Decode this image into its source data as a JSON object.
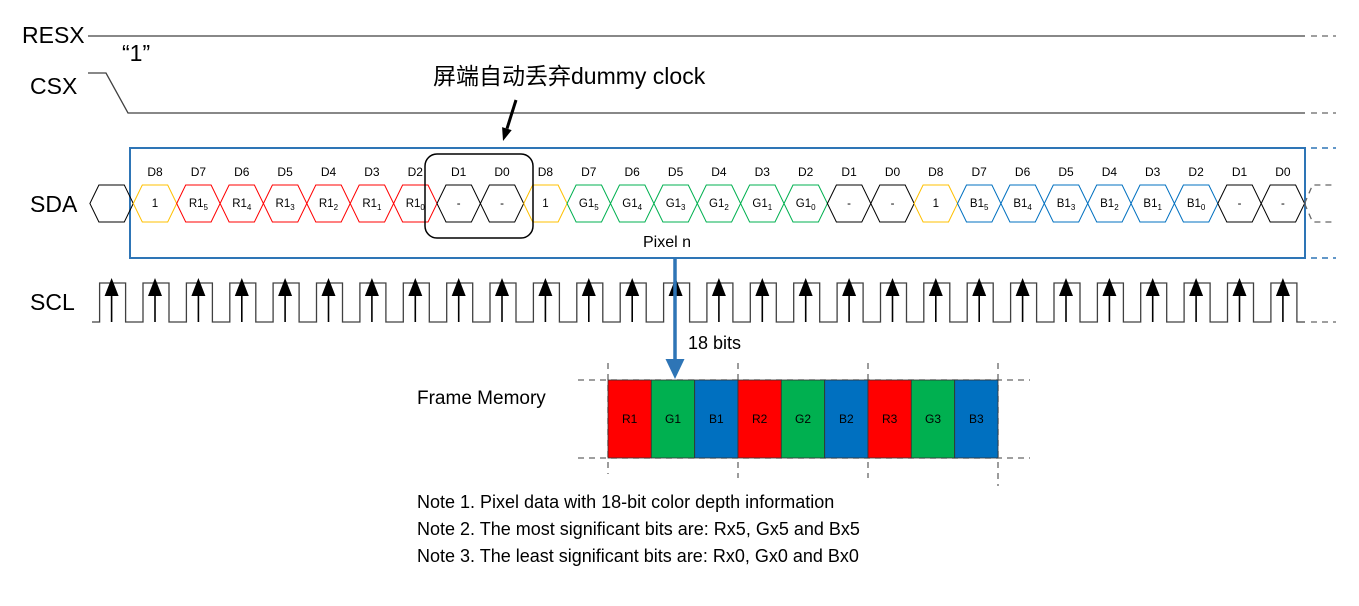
{
  "signals": {
    "resx": "RESX",
    "csx": "CSX",
    "csx_level": "“1”",
    "sda": "SDA",
    "scl": "SCL"
  },
  "annotation": {
    "text": "屏端自动丢弃dummy clock"
  },
  "sda": {
    "pixel_label": "Pixel n",
    "cells": [
      {
        "bit": "D8",
        "value": "1",
        "color": "#FFC000"
      },
      {
        "bit": "D7",
        "value": "R1",
        "sub": "5",
        "color": "#FF0000"
      },
      {
        "bit": "D6",
        "value": "R1",
        "sub": "4",
        "color": "#FF0000"
      },
      {
        "bit": "D5",
        "value": "R1",
        "sub": "3",
        "color": "#FF0000"
      },
      {
        "bit": "D4",
        "value": "R1",
        "sub": "2",
        "color": "#FF0000"
      },
      {
        "bit": "D3",
        "value": "R1",
        "sub": "1",
        "color": "#FF0000"
      },
      {
        "bit": "D2",
        "value": "R1",
        "sub": "0",
        "color": "#FF0000"
      },
      {
        "bit": "D1",
        "value": "-",
        "color": "#000000"
      },
      {
        "bit": "D0",
        "value": "-",
        "color": "#000000"
      },
      {
        "bit": "D8",
        "value": "1",
        "color": "#FFC000"
      },
      {
        "bit": "D7",
        "value": "G1",
        "sub": "5",
        "color": "#00B050"
      },
      {
        "bit": "D6",
        "value": "G1",
        "sub": "4",
        "color": "#00B050"
      },
      {
        "bit": "D5",
        "value": "G1",
        "sub": "3",
        "color": "#00B050"
      },
      {
        "bit": "D4",
        "value": "G1",
        "sub": "2",
        "color": "#00B050"
      },
      {
        "bit": "D3",
        "value": "G1",
        "sub": "1",
        "color": "#00B050"
      },
      {
        "bit": "D2",
        "value": "G1",
        "sub": "0",
        "color": "#00B050"
      },
      {
        "bit": "D1",
        "value": "-",
        "color": "#000000"
      },
      {
        "bit": "D0",
        "value": "-",
        "color": "#000000"
      },
      {
        "bit": "D8",
        "value": "1",
        "color": "#FFC000"
      },
      {
        "bit": "D7",
        "value": "B1",
        "sub": "5",
        "color": "#0070C0"
      },
      {
        "bit": "D6",
        "value": "B1",
        "sub": "4",
        "color": "#0070C0"
      },
      {
        "bit": "D5",
        "value": "B1",
        "sub": "3",
        "color": "#0070C0"
      },
      {
        "bit": "D4",
        "value": "B1",
        "sub": "2",
        "color": "#0070C0"
      },
      {
        "bit": "D3",
        "value": "B1",
        "sub": "1",
        "color": "#0070C0"
      },
      {
        "bit": "D2",
        "value": "B1",
        "sub": "0",
        "color": "#0070C0"
      },
      {
        "bit": "D1",
        "value": "-",
        "color": "#000000"
      },
      {
        "bit": "D0",
        "value": "-",
        "color": "#000000"
      }
    ]
  },
  "transfer": {
    "bits_label": "18 bits"
  },
  "frame_memory": {
    "label": "Frame Memory",
    "cells": [
      {
        "label": "R1",
        "color": "#FF0000"
      },
      {
        "label": "G1",
        "color": "#00B050"
      },
      {
        "label": "B1",
        "color": "#0070C0"
      },
      {
        "label": "R2",
        "color": "#FF0000"
      },
      {
        "label": "G2",
        "color": "#00B050"
      },
      {
        "label": "B2",
        "color": "#0070C0"
      },
      {
        "label": "R3",
        "color": "#FF0000"
      },
      {
        "label": "G3",
        "color": "#00B050"
      },
      {
        "label": "B3",
        "color": "#0070C0"
      }
    ]
  },
  "notes": [
    "Note 1. Pixel data with 18-bit color depth information",
    "Note 2. The most significant bits are: Rx5, Gx5 and Bx5",
    "Note 3. The least significant bits are: Rx0, Gx0 and Bx0"
  ],
  "colors": {
    "accent_blue": "#2E75B6",
    "wire": "#404040"
  }
}
